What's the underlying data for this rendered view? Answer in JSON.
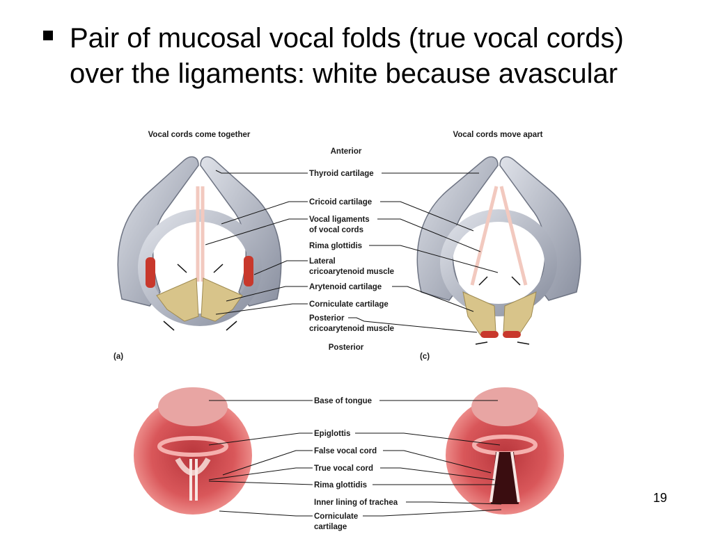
{
  "slide": {
    "bullet_text": "Pair of mucosal vocal folds (true vocal cords) over the ligaments: white because avascular",
    "page_number": "19"
  },
  "diagram": {
    "left_title": "Vocal cords come together",
    "right_title": "Vocal cords move apart",
    "anterior": "Anterior",
    "posterior": "Posterior",
    "panel_a": "(a)",
    "panel_c": "(c)",
    "upper_labels": [
      {
        "line1": "Thyroid cartilage",
        "line2": ""
      },
      {
        "line1": "Cricoid cartilage",
        "line2": ""
      },
      {
        "line1": "Vocal ligaments",
        "line2": "of vocal cords"
      },
      {
        "line1": "Rima glottidis",
        "line2": ""
      },
      {
        "line1": "Lateral",
        "line2": "cricoarytenoid muscle"
      },
      {
        "line1": "Arytenoid cartilage",
        "line2": ""
      },
      {
        "line1": "Corniculate cartilage",
        "line2": ""
      },
      {
        "line1": "Posterior",
        "line2": "cricoarytenoid muscle"
      }
    ],
    "lower_labels": [
      {
        "line1": "Base of tongue",
        "line2": ""
      },
      {
        "line1": "Epiglottis",
        "line2": ""
      },
      {
        "line1": "False vocal cord",
        "line2": ""
      },
      {
        "line1": "True vocal cord",
        "line2": ""
      },
      {
        "line1": "Rima glottidis",
        "line2": ""
      },
      {
        "line1": "Inner lining of trachea",
        "line2": ""
      },
      {
        "line1": "Corniculate",
        "line2": "cartilage"
      }
    ],
    "colors": {
      "cartilage_gray": "#aeb3bf",
      "cartilage_dark": "#6e7483",
      "arytenoid_tan": "#d8c48a",
      "muscle_red": "#c8382c",
      "ligament_pink": "#f2c9bf",
      "mucosa_red": "#d9575a",
      "mucosa_light": "#f08c8c"
    }
  }
}
